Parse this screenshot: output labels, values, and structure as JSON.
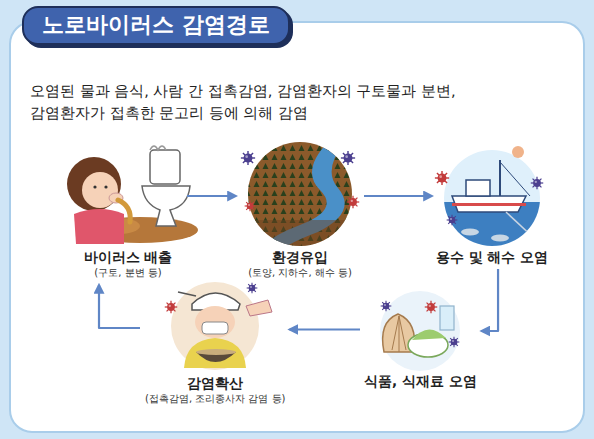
{
  "diagram": {
    "title": "노로바이러스 감염경로",
    "nodes": [
      {
        "text": [
          "바이러스 배출",
          "(구토, 분변 등)"
        ]
      },
      {
        "text": [
          "환경유입",
          "(토양, 지하수, 해수 등)"
        ]
      },
      {
        "text": [
          "용수 및 해수 오염"
        ]
      },
      {
        "text": [
          "식품, 식재료 오염"
        ]
      },
      {
        "text": [
          "감염확산",
          "(접촉감염, 조리종사자 감염 등)"
        ]
      }
    ],
    "edges": [
      {
        "from": 0,
        "to": 1,
        "arrow": "to"
      },
      {
        "from": 1,
        "to": 2,
        "arrow": "to"
      },
      {
        "from": 2,
        "to": 3,
        "arrow": "to"
      },
      {
        "from": 3,
        "to": 4,
        "arrow": "to"
      },
      {
        "from": 4,
        "to": 0,
        "arrow": "to"
      }
    ],
    "labels": [
      "오염된 물과 음식, 사람 간 접촉감염, 감염환자의 구토물과 분변, 감염환자가 접촉한 문고리 등에 의해 감염"
    ]
  }
}
